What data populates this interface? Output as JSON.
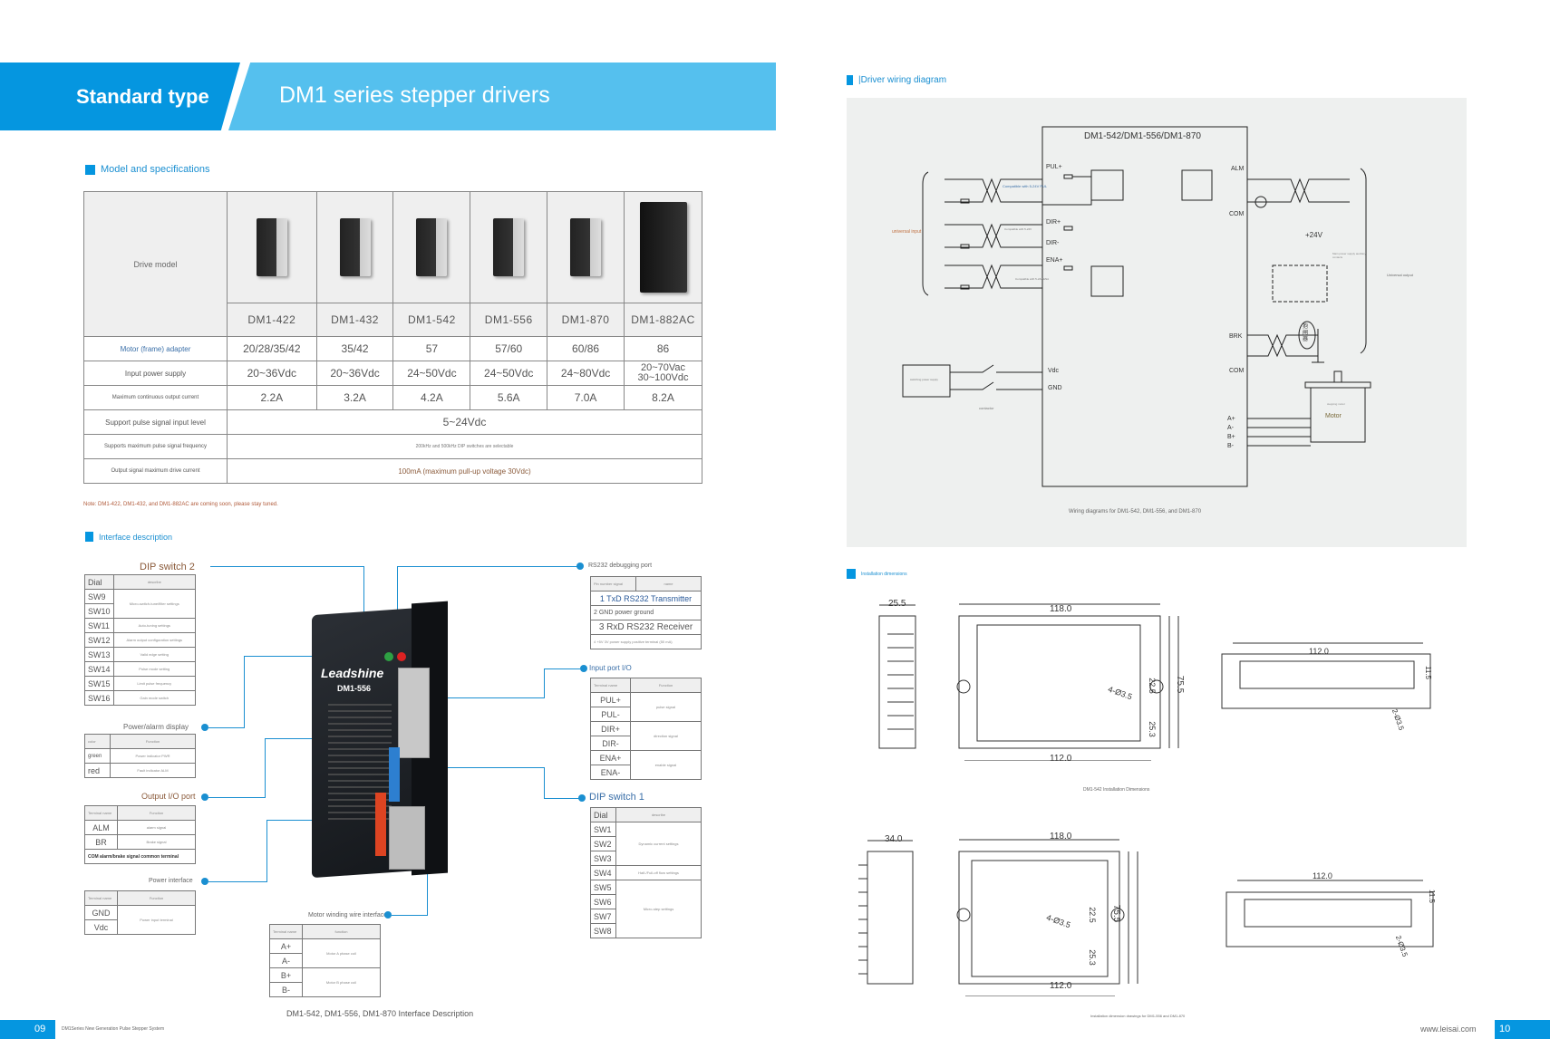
{
  "header": {
    "category": "Standard type",
    "title": "DM1 series stepper drivers"
  },
  "spec_section": {
    "title": "Model and specifications",
    "drive_model_label": "Drive model",
    "models": [
      "DM1-422",
      "DM1-432",
      "DM1-542",
      "DM1-556",
      "DM1-870",
      "DM1-882AC"
    ],
    "rows": [
      {
        "label": "Motor (frame) adapter",
        "values": [
          "20/28/35/42",
          "35/42",
          "57",
          "57/60",
          "60/86",
          "86"
        ]
      },
      {
        "label": "Input power supply",
        "values": [
          "20~36Vdc",
          "20~36Vdc",
          "24~50Vdc",
          "24~50Vdc",
          "24~80Vdc",
          "20~70Vac 30~100Vdc"
        ]
      },
      {
        "label": "Maximum continuous output current",
        "values": [
          "2.2A",
          "3.2A",
          "4.2A",
          "5.6A",
          "7.0A",
          "8.2A"
        ]
      }
    ],
    "span_rows": [
      {
        "label": "Support pulse signal input level",
        "value": "5~24Vdc"
      },
      {
        "label": "Supports maximum pulse signal frequency",
        "value": "200kHz and 500kHz DIP switches are selectable"
      },
      {
        "label": "Output signal maximum drive current",
        "value": "100mA (maximum pull-up voltage 30Vdc)"
      }
    ],
    "note": "Note: DM1-422, DM1-432, and DM1-882AC are coming soon, please stay tuned."
  },
  "interface": {
    "title": "Interface description",
    "dip2": {
      "title": "DIP switch 2",
      "col1": "Dial",
      "col2": "describe",
      "rows": [
        [
          "SW9",
          "Micro-switch-tune/filter settings"
        ],
        [
          "SW10",
          ""
        ],
        [
          "SW11",
          "Auto-tuning settings"
        ],
        [
          "SW12",
          "Alarm output configuration settings"
        ],
        [
          "SW13",
          "Valid edge setting"
        ],
        [
          "SW14",
          "Pulse mode setting"
        ],
        [
          "SW15",
          "Limit pulse frequency"
        ],
        [
          "SW16",
          "Gain mode switch"
        ]
      ]
    },
    "power_alarm": {
      "title": "Power/alarm display",
      "col1": "color",
      "col2": "Function",
      "rows": [
        [
          "green",
          "Power indicator PWR"
        ],
        [
          "red",
          "Fault indicator ALM"
        ]
      ]
    },
    "output_io": {
      "title": "Output I/O port",
      "col1": "Terminal name",
      "col2": "Function",
      "rows": [
        [
          "ALM",
          "alarm signal"
        ],
        [
          "BR",
          "Brake signal"
        ]
      ],
      "footer": "COM alarm/brake signal common terminal"
    },
    "power_if": {
      "title": "Power interface",
      "col1": "Terminal name",
      "col2": "Function",
      "rows": [
        [
          "GND",
          "Power input terminal"
        ],
        [
          "Vdc",
          ""
        ]
      ]
    },
    "motor_if": {
      "title": "Motor winding wire interface",
      "col1": "Terminal name",
      "col2": "function",
      "rows": [
        [
          "A+",
          "Motor A phase coil"
        ],
        [
          "A-",
          ""
        ],
        [
          "B+",
          "Motor B phase coil"
        ],
        [
          "B-",
          ""
        ]
      ]
    },
    "rs232": {
      "title": "RS232 debugging port",
      "col1": "Pin number signal",
      "col2": "name",
      "rows": [
        "1 TxD RS232 Transmitter",
        "2 GND power ground",
        "3 RxD RS232 Receiver",
        "4 +5V 3V power supply positive terminal (50 mA)"
      ]
    },
    "input_io": {
      "title": "Input port I/O",
      "col1": "Terminal name",
      "col2": "Function",
      "rows": [
        [
          "PUL+",
          "pulse signal"
        ],
        [
          "PUL-",
          ""
        ],
        [
          "DIR+",
          "direction signal"
        ],
        [
          "DIR-",
          ""
        ],
        [
          "ENA+",
          "enable signal"
        ],
        [
          "ENA-",
          ""
        ]
      ]
    },
    "dip1": {
      "title": "DIP switch 1",
      "col1": "Dial",
      "col2": "describe",
      "rows": [
        [
          "SW1",
          "Dynamic current settings"
        ],
        [
          "SW2",
          ""
        ],
        [
          "SW3",
          ""
        ],
        [
          "SW4",
          "Half-/Full-off flow settings"
        ],
        [
          "SW5",
          "Micro-step settings"
        ],
        [
          "SW6",
          ""
        ],
        [
          "SW7",
          ""
        ],
        [
          "SW8",
          ""
        ]
      ]
    },
    "product": {
      "brand": "Leadshine",
      "model": "DM1-556"
    },
    "caption": "DM1-542, DM1-556, DM1-870 Interface Description"
  },
  "wiring": {
    "title": "|Driver wiring diagram",
    "box_title": "DM1-542/DM1-556/DM1-870",
    "inputs": [
      "PUL+",
      "DIR+",
      "DIR-",
      "ENA+"
    ],
    "compat_notes": [
      "Compatible with 5-24V PUL",
      "Compatible with 5-24V",
      "Compatible with 5-24V ENA"
    ],
    "universal_input": "universal input",
    "outputs": [
      "ALM",
      "COM",
      "BRK",
      "COM"
    ],
    "plus24": "+24V",
    "relay_note": "Main power supply auxiliary contacts",
    "universal_output": "Universal output",
    "brake_label": "抱闸器",
    "power_labels": [
      "Vdc",
      "GND"
    ],
    "power_supply": "switching power supply",
    "contactor": "contactor",
    "motor_pins": [
      "A+",
      "A-",
      "B+",
      "B-"
    ],
    "motor_label": "Motor",
    "motor_sub": "stepping motor",
    "caption": "Wiring diagrams for DM1-542, DM1-556, and DM1-870"
  },
  "install": {
    "title": "Installation dimensions",
    "dims1": {
      "side": "25.5",
      "width": "118.0",
      "hole_spacing": "112.0",
      "height": "75.5",
      "d1": "22.5",
      "d2": "25.3",
      "holes": "4-Ø3.5",
      "bottom_width": "112.0",
      "bottom_h": "11.5",
      "bottom_holes": "2-Ø3.5"
    },
    "caption1": "DM1-542 Installation Dimensions",
    "dims2": {
      "side": "34.0",
      "width": "118.0",
      "hole_spacing": "112.0",
      "height": "75.5",
      "d1": "22.5",
      "d2": "25.3",
      "holes": "4-Ø3.5",
      "bottom_width": "112.0",
      "bottom_h": "11.5",
      "bottom_holes": "2-Ø3.5"
    },
    "caption2": "Installation dimension drawings for DM1-556 and DM1-870"
  },
  "footer": {
    "left_page": "09",
    "left_text": "DM1Series New Generation Pulse Stepper System",
    "website": "www.leisai.com",
    "right_page": "10"
  }
}
